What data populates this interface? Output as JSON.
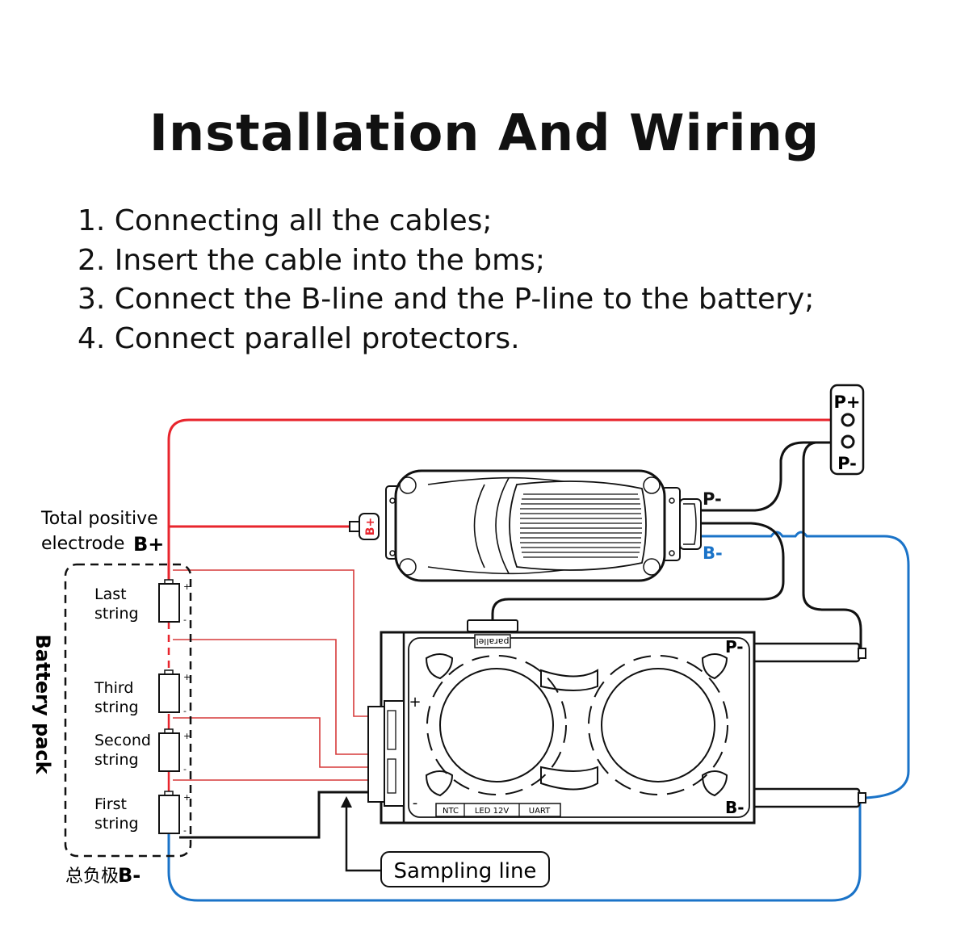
{
  "title": "Installation And Wiring",
  "steps": [
    "1. Connecting all the cables;",
    "2. Insert the cable into the bms;",
    "3. Connect the B-line and the P-line to the battery;",
    "4. Connect parallel protectors."
  ],
  "terminals": {
    "p_plus": "P+",
    "p_minus": "P-"
  },
  "connector_labels": {
    "bms_b_plus": "B+",
    "bms_p_minus": "P-",
    "bms_b_minus": "B-"
  },
  "total_positive": {
    "line1": "Total positive",
    "line2": "electrode",
    "tag": "B+"
  },
  "total_negative": {
    "text": "总负极",
    "tag": "B-"
  },
  "battery_pack_label": "Battery pack",
  "strings": [
    {
      "line1": "Last",
      "line2": "string"
    },
    {
      "line1": "Third",
      "line2": "string"
    },
    {
      "line1": "Second",
      "line2": "string"
    },
    {
      "line1": "First",
      "line2": "string"
    }
  ],
  "protector": {
    "p_minus": "P-",
    "b_minus": "B-",
    "plus": "+",
    "minus": "-",
    "parallel_port": "parallel",
    "ports": [
      "NTC",
      "LED 12V",
      "UART"
    ]
  },
  "sampling_line_label": "Sampling line",
  "colors": {
    "positive": "#e8252d",
    "negative": "#1a73c8",
    "black": "#111111",
    "sampling": "#d63a3a"
  }
}
